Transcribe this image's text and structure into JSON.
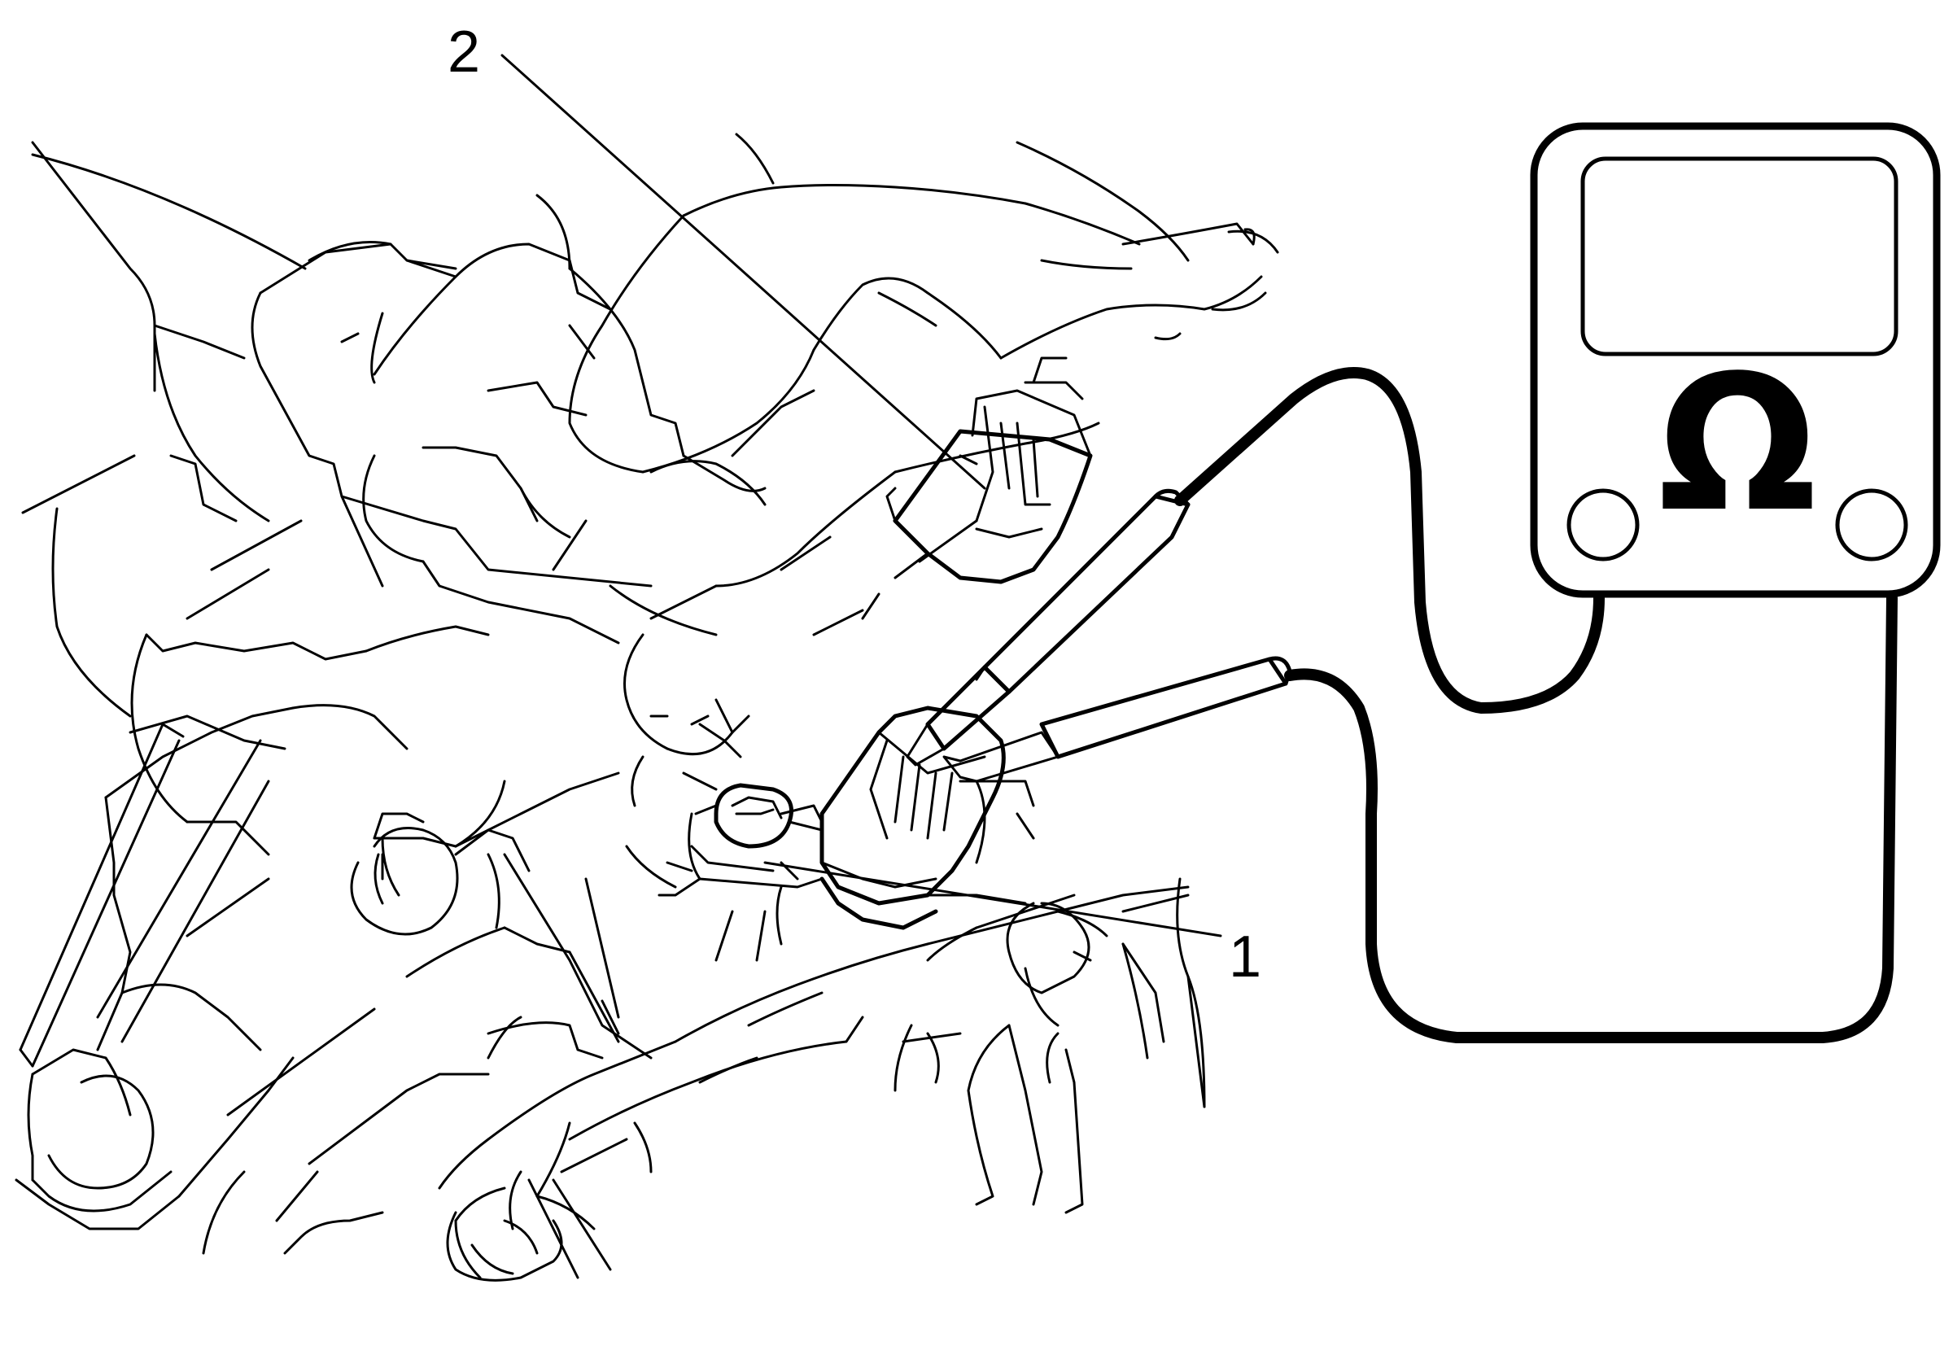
{
  "callouts": [
    {
      "id": "1",
      "label": "1"
    },
    {
      "id": "2",
      "label": "2"
    }
  ],
  "meter": {
    "symbol": "Ω",
    "icon": "ohmmeter-icon"
  },
  "colors": {
    "line": "#000000",
    "background": "#ffffff"
  }
}
